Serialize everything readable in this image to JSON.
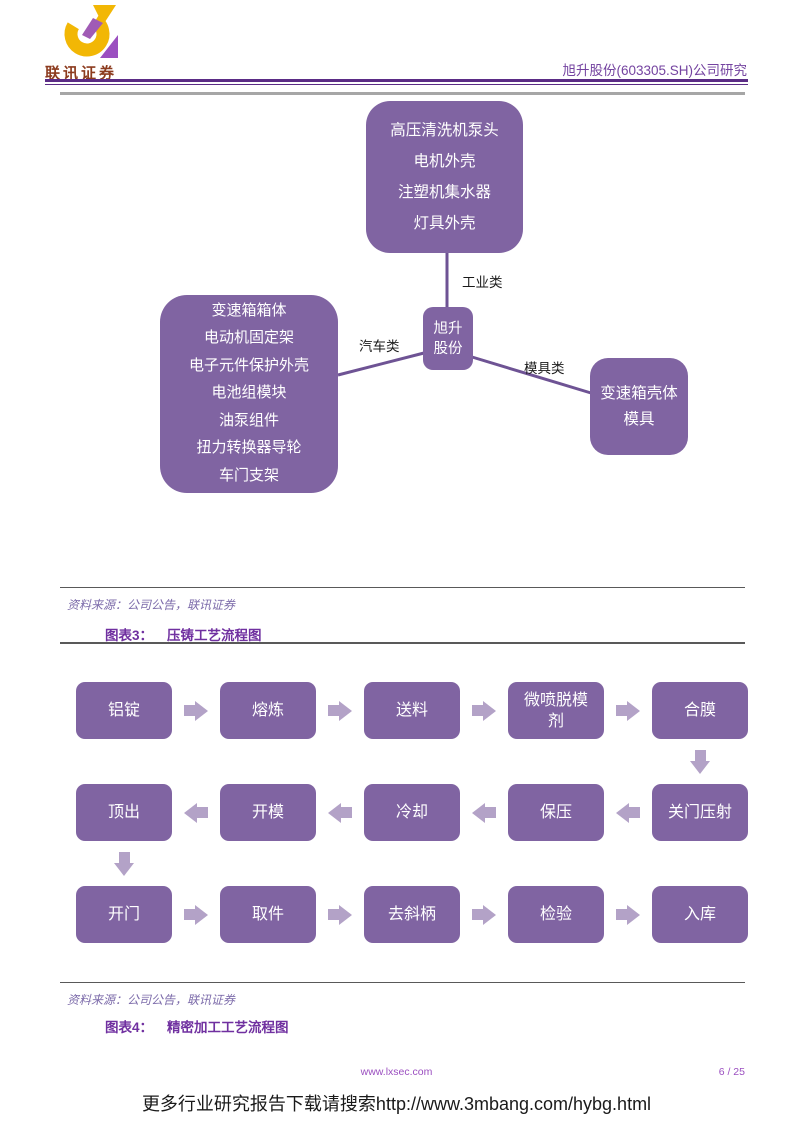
{
  "header": {
    "logo_text": "联讯证券",
    "report_title": "旭升股份(603305.SH)公司研究"
  },
  "diagram": {
    "center_node": {
      "lines": [
        "旭升",
        "股份"
      ]
    },
    "industrial_box": {
      "lines": [
        "高压清洗机泵头",
        "电机外壳",
        "注塑机集水器",
        "灯具外壳"
      ]
    },
    "automotive_box": {
      "lines": [
        "变速箱箱体",
        "电动机固定架",
        "电子元件保护外壳",
        "电池组模块",
        "油泵组件",
        "扭力转换器导轮",
        "车门支架"
      ]
    },
    "mold_box": {
      "lines": [
        "变速箱壳体",
        "模具"
      ]
    },
    "edge_labels": {
      "industrial": "工业类",
      "automotive": "汽车类",
      "mold": "模具类"
    }
  },
  "diagram_source_note": "资料来源：公司公告，联讯证券",
  "figure3": {
    "label": "图表3：",
    "title": "压铸工艺流程图"
  },
  "flowchart": {
    "row1": [
      "铝锭",
      "熔炼",
      "送料",
      "微喷脱模剂",
      "合膜"
    ],
    "row2": [
      "顶出",
      "开模",
      "冷却",
      "保压",
      "关门压射"
    ],
    "row3": [
      "开门",
      "取件",
      "去斜柄",
      "检验",
      "入库"
    ]
  },
  "flowchart_source_note": "资料来源：公司公告，联讯证券",
  "figure4": {
    "label": "图表4：",
    "title": "精密加工工艺流程图"
  },
  "footer": {
    "website": "www.lxsec.com",
    "page_number": "6 / 25"
  },
  "watermark_text": "更多行业研究报告下载请搜索http://www.3mbang.com/hybg.html",
  "colors": {
    "accent_purple": "#7030A0",
    "node_purple": "#8064A2",
    "arrow_light_purple": "#B3A2C7",
    "connector_purple": "#6E5394",
    "header_line_purple": "#5B2C86",
    "logo_yellow": "#F2B705",
    "logo_text_maroon": "#8C3B1E"
  }
}
